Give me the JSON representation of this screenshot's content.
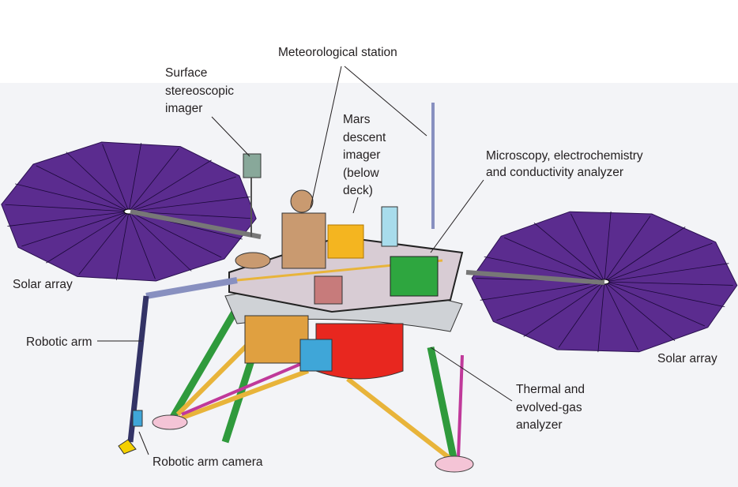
{
  "labels": {
    "meteorological_station": "Meteorological station",
    "surface_imager": [
      "Surface",
      "stereoscopic",
      "imager"
    ],
    "descent_imager": [
      "Mars",
      "descent",
      "imager",
      "(below",
      "deck)"
    ],
    "mecca": [
      "Microscopy, electrochemistry",
      "and conductivity analyzer"
    ],
    "solar_array_left": "Solar array",
    "solar_array_right": "Solar array",
    "robotic_arm": "Robotic arm",
    "robotic_arm_camera": "Robotic arm camera",
    "tega": [
      "Thermal and",
      "evolved-gas",
      "analyzer"
    ]
  },
  "colors": {
    "solar_panel": "#5b2c8f",
    "leg_green": "#2f9a3c",
    "strut_yellow": "#e8b43a",
    "strut_magenta": "#c0399a",
    "tega_red": "#e8271f",
    "deck": "#c9b8c4"
  }
}
